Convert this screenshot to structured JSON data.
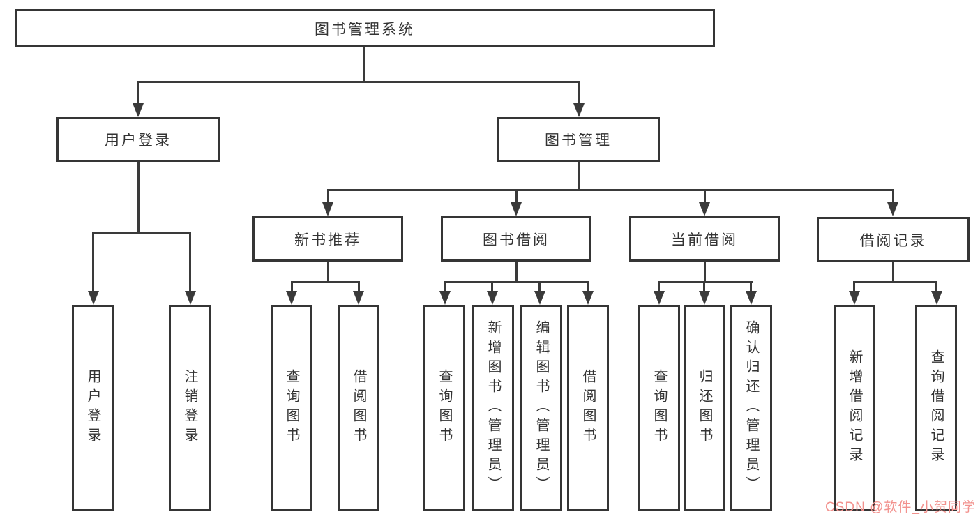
{
  "colors": {
    "line": "#3a3a3a",
    "box_border": "#353535",
    "text": "#333333",
    "background": "#ffffff",
    "watermark": "#f2928e"
  },
  "tree": {
    "root": {
      "label": "图书管理系统"
    },
    "children": [
      {
        "label": "用户登录",
        "children": [
          {
            "label": "用户登录"
          },
          {
            "label": "注销登录"
          }
        ]
      },
      {
        "label": "图书管理",
        "children": [
          {
            "label": "新书推荐",
            "children": [
              {
                "label": "查询图书"
              },
              {
                "label": "借阅图书"
              }
            ]
          },
          {
            "label": "图书借阅",
            "children": [
              {
                "label": "查询图书"
              },
              {
                "label": "新增图书（管理员）"
              },
              {
                "label": "编辑图书（管理员）"
              },
              {
                "label": "借阅图书"
              }
            ]
          },
          {
            "label": "当前借阅",
            "children": [
              {
                "label": "查询图书"
              },
              {
                "label": "归还图书"
              },
              {
                "label": "确认归还（管理员）"
              }
            ]
          },
          {
            "label": "借阅记录",
            "children": [
              {
                "label": "新增借阅记录"
              },
              {
                "label": "查询借阅记录"
              }
            ]
          }
        ]
      }
    ]
  },
  "watermark": {
    "text": "CSDN @软件_小贺同学"
  }
}
